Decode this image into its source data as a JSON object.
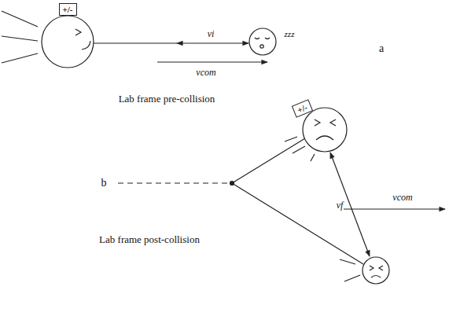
{
  "diagram": {
    "nodes": [
      {
        "text": [
          "+/-"
        ]
      },
      {
        "text": [
          "+/-"
        ]
      }
    ],
    "labels": [
      "zzz",
      "vi",
      "vcom",
      "a",
      "Lab frame pre-collision",
      "b",
      "vf",
      "vcom",
      "Lab frame post-collision"
    ]
  }
}
